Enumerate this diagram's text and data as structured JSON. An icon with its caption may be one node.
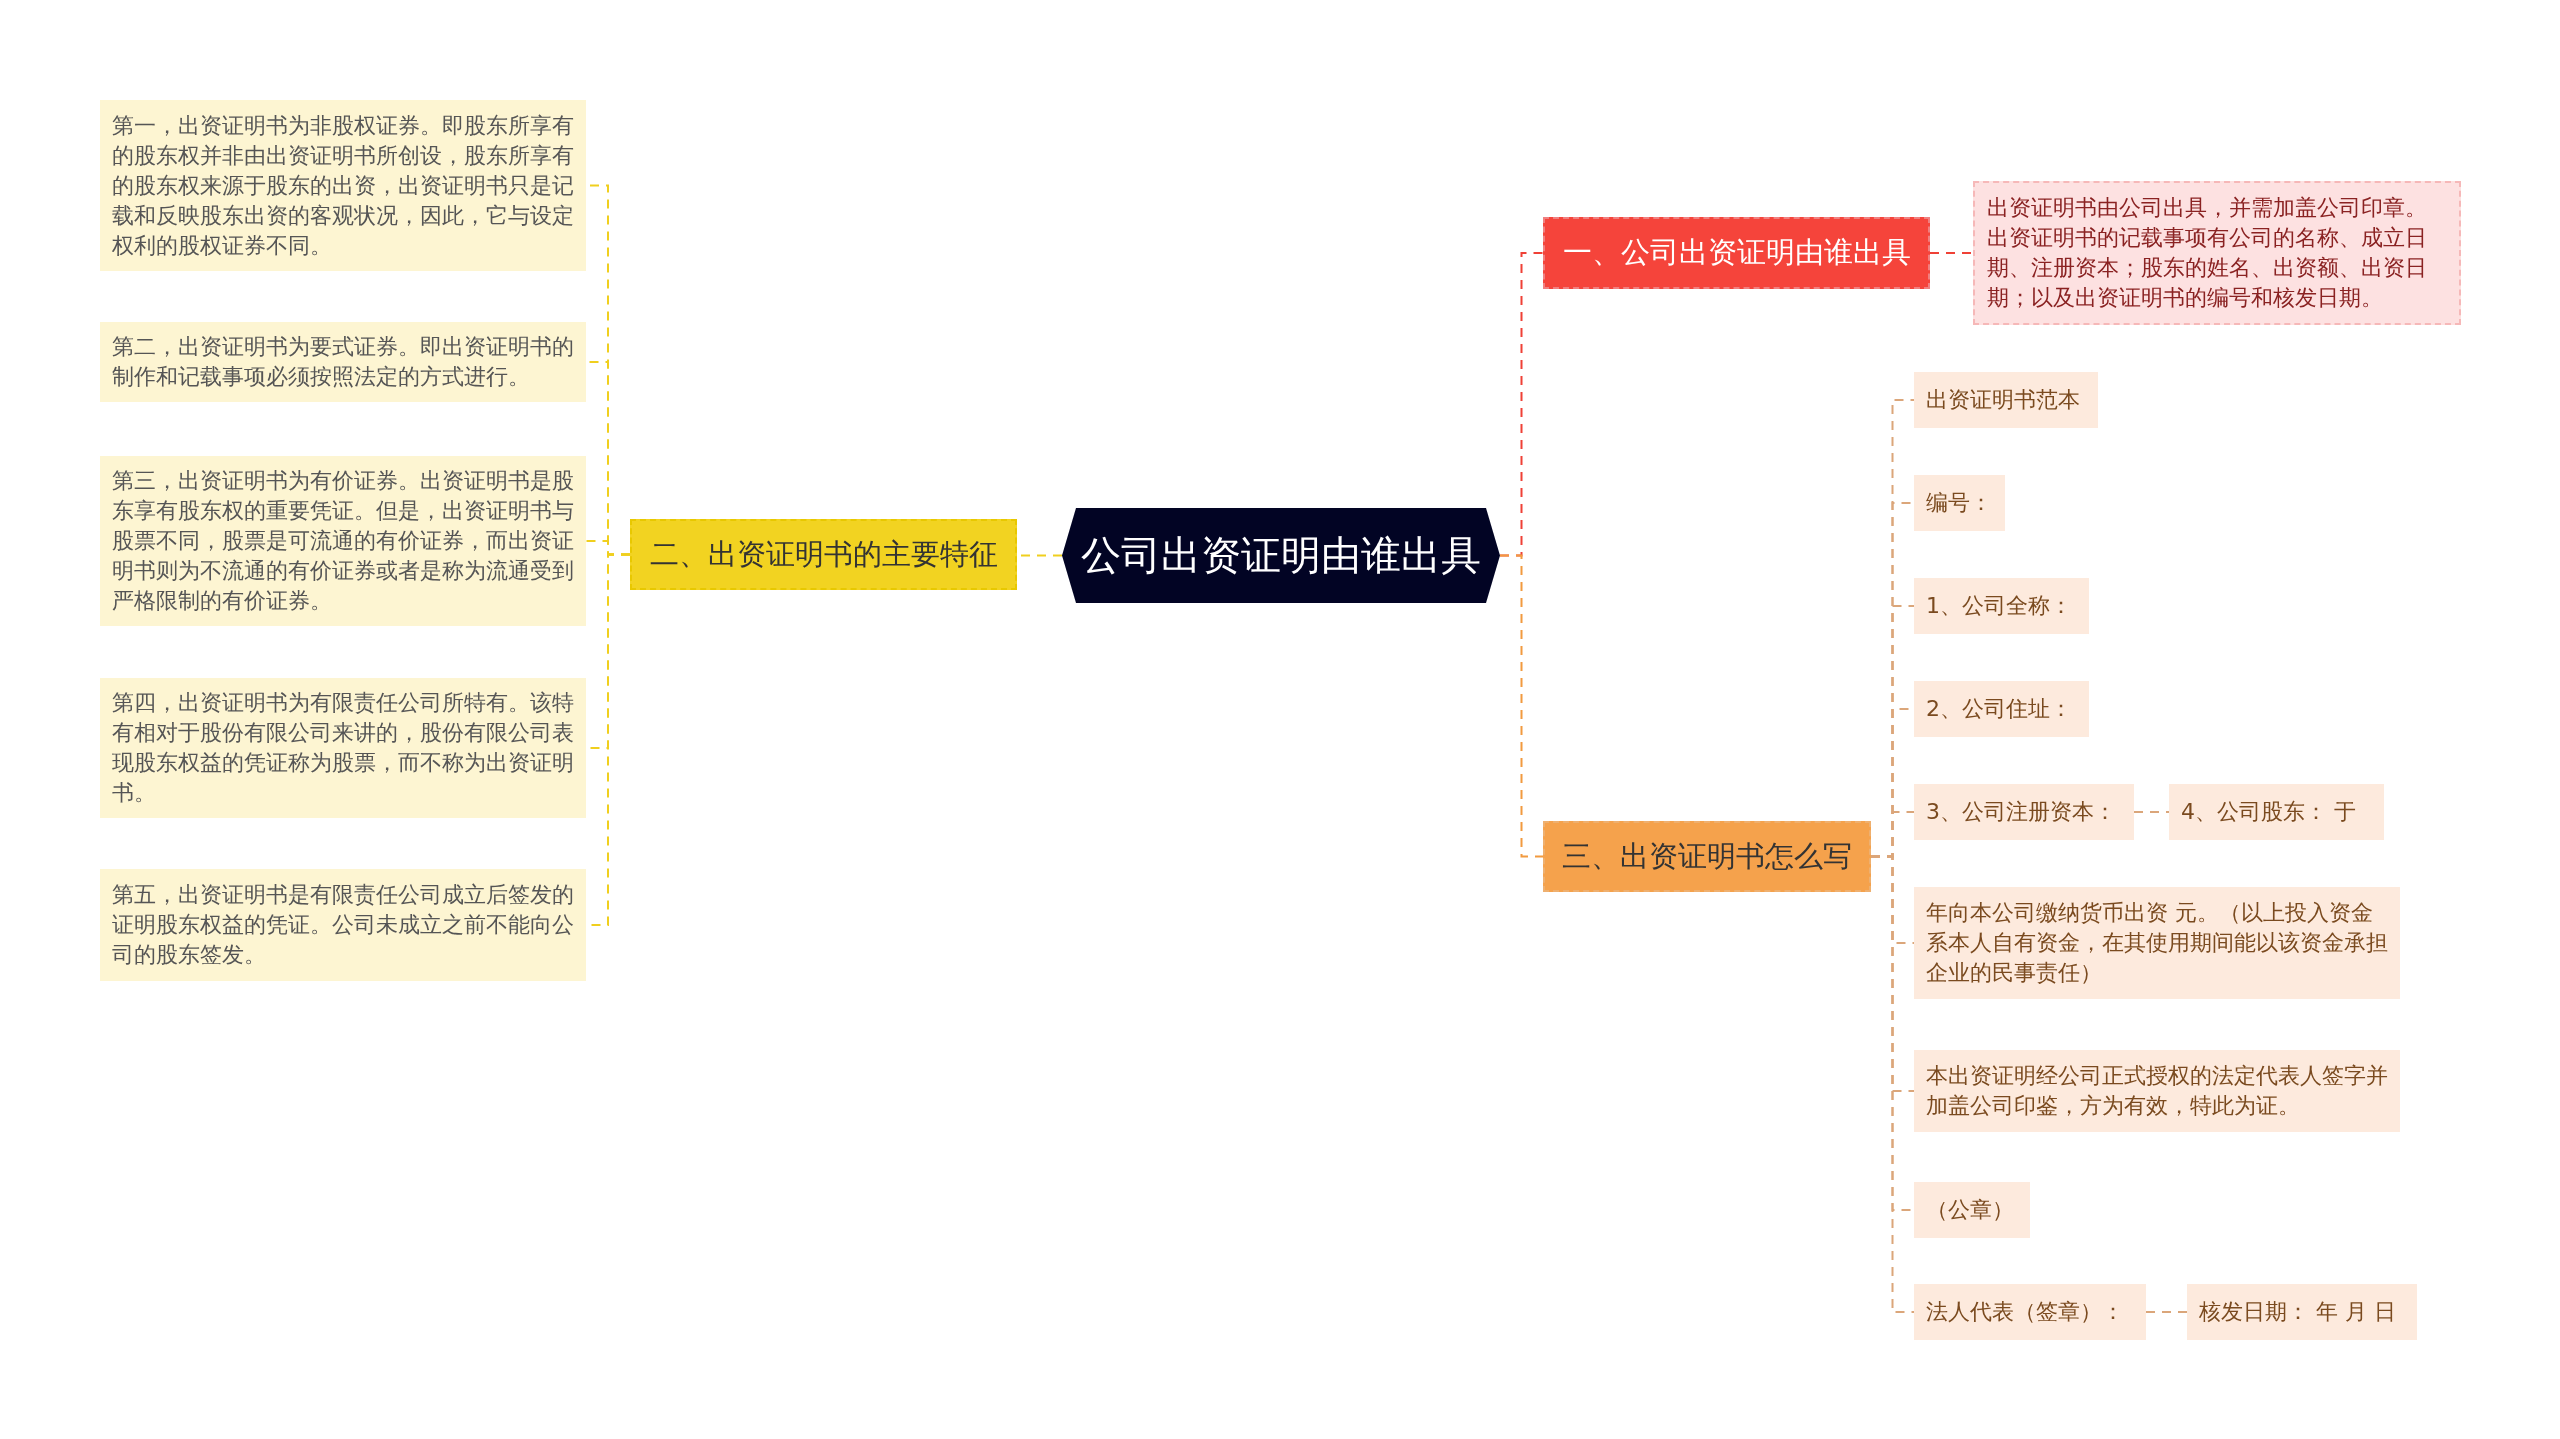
{
  "diagram": {
    "nodes": [
      {
        "text": [
          "公司出资证明由谁出具"
        ]
      },
      {
        "text": [
          "一、公司出资证明由谁出具"
        ]
      },
      {
        "text": [
          "出资证明书由公司出具，并需加盖公司印章。出资证明书的记载事项有公司的名称、成立日期、注册资本；股东的姓名、出资额、出资日期；以及出资证明书的编号和核发日期。"
        ]
      },
      {
        "text": [
          "二、出资证明书的主要特征"
        ]
      },
      {
        "text": [
          "第一，出资证明书为非股权证券。即股东所享有的股东权并非由出资证明书所创设，股东所享有的股东权来源于股东的出资，出资证明书只是记载和反映股东出资的客观状况，因此，它与设定权利的股权证券不同。"
        ]
      },
      {
        "text": [
          "第二，出资证明书为要式证券。即出资证明书的制作和记载事项必须按照法定的方式进行。"
        ]
      },
      {
        "text": [
          "第三，出资证明书为有价证券。出资证明书是股东享有股东权的重要凭证。但是，出资证明书与股票不同，股票是可流通的有价证券，而出资证明书则为不流通的有价证券或者是称为流通受到严格限制的有价证券。"
        ]
      },
      {
        "text": [
          "第四，出资证明书为有限责任公司所特有。该特有相对于股份有限公司来讲的，股份有限公司表现股东权益的凭证称为股票，而不称为出资证明书。"
        ]
      },
      {
        "text": [
          "第五，出资证明书是有限责任公司成立后签发的证明股东权益的凭证。公司未成立之前不能向公司的股东签发。"
        ]
      },
      {
        "text": [
          "三、出资证明书怎么写"
        ]
      },
      {
        "text": [
          "出资证明书范本"
        ]
      },
      {
        "text": [
          "编号："
        ]
      },
      {
        "text": [
          "1、公司全称："
        ]
      },
      {
        "text": [
          "2、公司住址："
        ]
      },
      {
        "text": [
          "3、公司注册资本："
        ]
      },
      {
        "text": [
          "4、公司股东： 于"
        ]
      },
      {
        "text": [
          "年向本公司缴纳货币出资 元。（以上投入资金系本人自有资金，在其使用期间能以该资金承担企业的民事责任）"
        ]
      },
      {
        "text": [
          "本出资证明经公司正式授权的法定代表人签字并加盖公司印鉴，方为有效，特此为证。"
        ]
      },
      {
        "text": [
          "（公章）"
        ]
      },
      {
        "text": [
          "法人代表（签章）："
        ]
      },
      {
        "text": [
          "核发日期： 年 月 日"
        ]
      }
    ],
    "edges": [
      {
        "from": 0,
        "to": 1,
        "arrow": "none",
        "style": "dashed",
        "color": "#ef4136"
      },
      {
        "from": 1,
        "to": 2,
        "arrow": "none",
        "style": "dashed",
        "color": "#ef4136"
      },
      {
        "from": 0,
        "to": 3,
        "arrow": "none",
        "style": "dashed",
        "color": "#f0cf1e"
      },
      {
        "from": 3,
        "to": 4,
        "arrow": "none",
        "style": "dashed",
        "color": "#f0cf1e"
      },
      {
        "from": 3,
        "to": 5,
        "arrow": "none",
        "style": "dashed",
        "color": "#f0cf1e"
      },
      {
        "from": 3,
        "to": 6,
        "arrow": "none",
        "style": "dashed",
        "color": "#f0cf1e"
      },
      {
        "from": 3,
        "to": 7,
        "arrow": "none",
        "style": "dashed",
        "color": "#f0cf1e"
      },
      {
        "from": 3,
        "to": 8,
        "arrow": "none",
        "style": "dashed",
        "color": "#f0cf1e"
      },
      {
        "from": 0,
        "to": 9,
        "arrow": "none",
        "style": "dashed",
        "color": "#f29a3f"
      },
      {
        "from": 9,
        "to": 10,
        "arrow": "none",
        "style": "dashed"
      },
      {
        "from": 9,
        "to": 11,
        "arrow": "none",
        "style": "dashed"
      },
      {
        "from": 9,
        "to": 12,
        "arrow": "none",
        "style": "dashed"
      },
      {
        "from": 9,
        "to": 13,
        "arrow": "none",
        "style": "dashed"
      },
      {
        "from": 9,
        "to": 14,
        "arrow": "none",
        "style": "dashed"
      },
      {
        "from": 14,
        "to": 15,
        "arrow": "none",
        "style": "dashed"
      },
      {
        "from": 9,
        "to": 16,
        "arrow": "none",
        "style": "dashed"
      },
      {
        "from": 9,
        "to": 17,
        "arrow": "none",
        "style": "dashed"
      },
      {
        "from": 9,
        "to": 18,
        "arrow": "none",
        "style": "dashed"
      },
      {
        "from": 9,
        "to": 19,
        "arrow": "none",
        "style": "dashed"
      },
      {
        "from": 19,
        "to": 20,
        "arrow": "none",
        "style": "dashed"
      }
    ]
  }
}
